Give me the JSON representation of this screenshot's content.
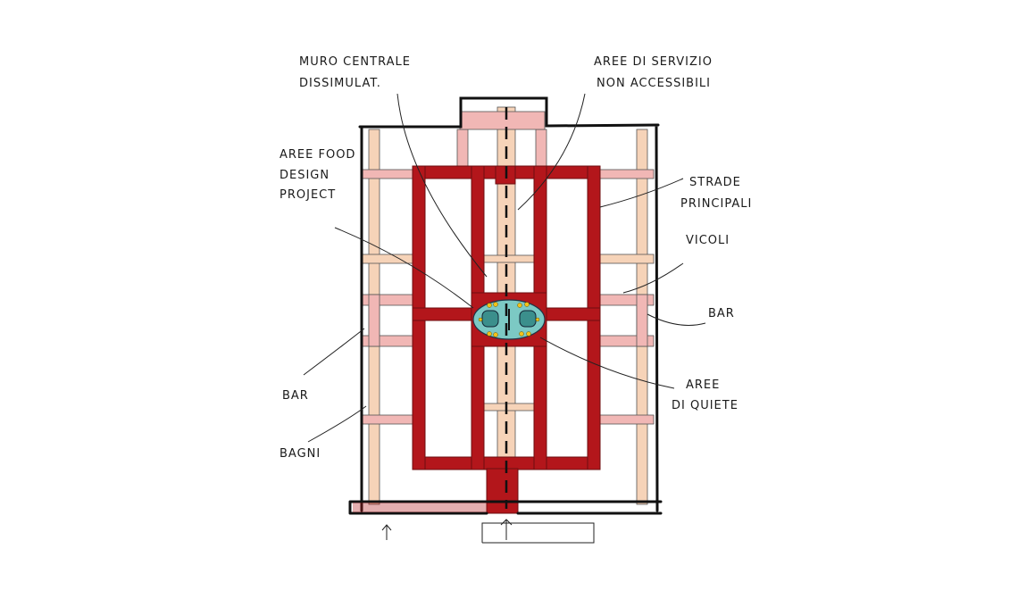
{
  "labels": {
    "muro_centrale": [
      "MURO CENTRALE",
      "DISSIMULAT."
    ],
    "aree_servizio": [
      "AREE DI SERVIZIO",
      "NON ACCESSIBILI"
    ],
    "aree_food": [
      "AREE FOOD",
      "DESIGN",
      "PROJECT"
    ],
    "strade_principali": [
      "STRADE",
      "PRINCIPALI"
    ],
    "vicoli": "VICOLI",
    "bar_right": "BAR",
    "bar_left": "BAR",
    "aree_quiete": [
      "AREE",
      "DI QUIETE"
    ],
    "bagni": "BAGNI"
  },
  "colors": {
    "main_streets": "#b3161b",
    "secondary_streets": "#f6d3b8",
    "quiet_area": "#7cc9c4",
    "seats": "#f2c21a"
  }
}
